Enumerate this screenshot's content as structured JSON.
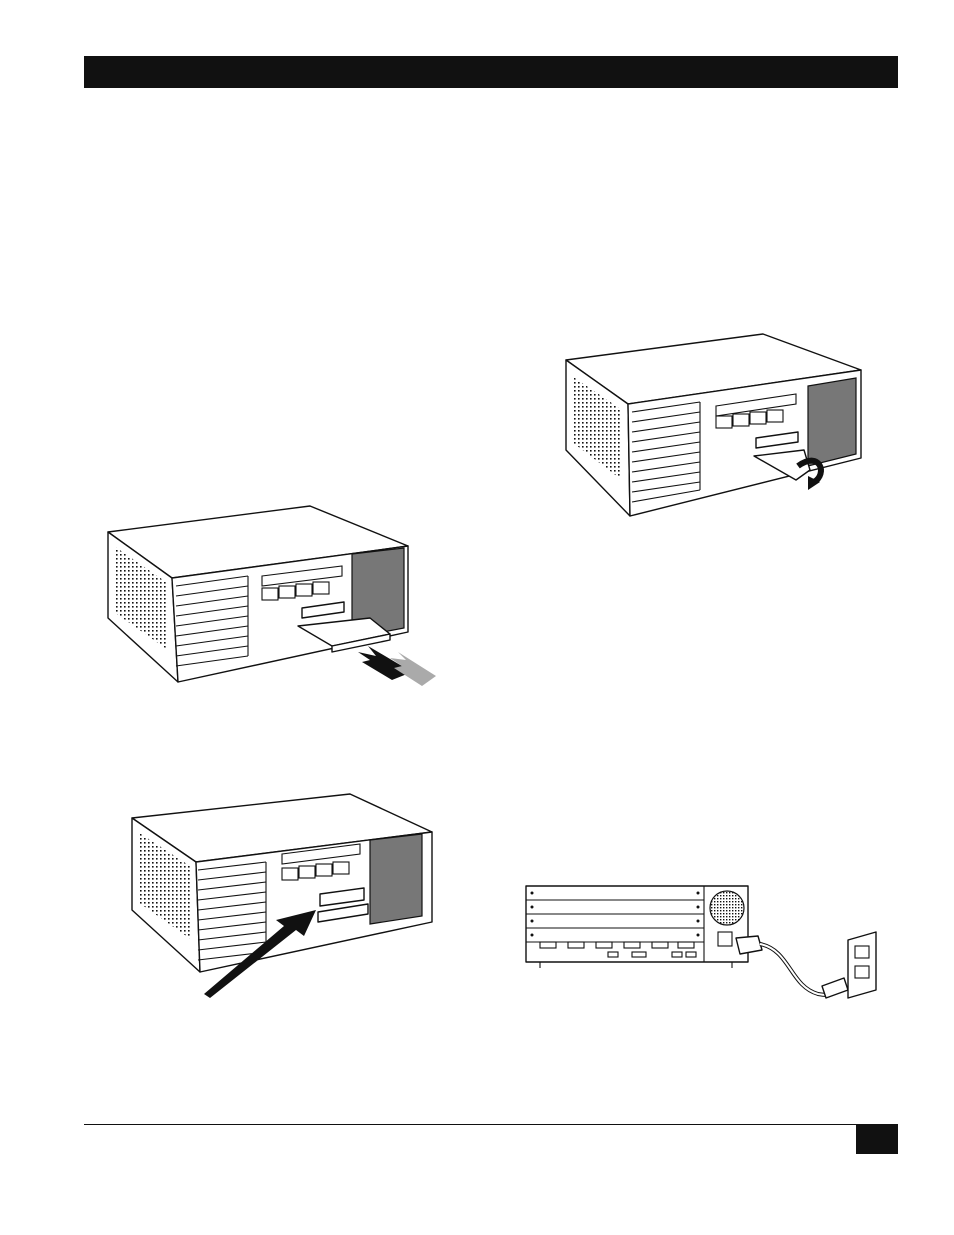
{
  "header": {
    "bar_color": "#111111"
  },
  "figures": [
    {
      "id": "card-rotate",
      "icon": "computer-chassis-with-card-rotating"
    },
    {
      "id": "card-insert",
      "icon": "computer-chassis-with-card-insertion-arrows"
    },
    {
      "id": "card-seat",
      "icon": "computer-chassis-with-push-arrow"
    },
    {
      "id": "rear-power",
      "icon": "rear-panel-power-cord-to-wall-outlet"
    }
  ],
  "footer": {
    "page_number": ""
  }
}
